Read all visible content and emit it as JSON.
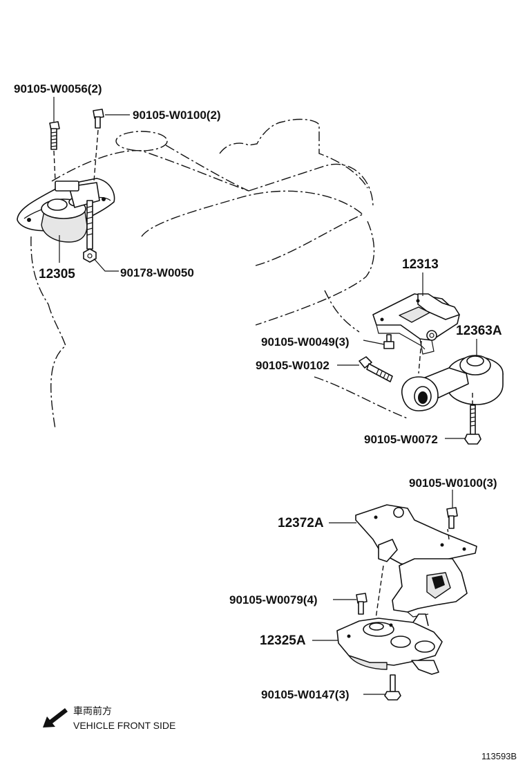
{
  "parts": {
    "p12305": "12305",
    "p90105_W0056": "90105-W0056(2)",
    "p90105_W0100_2": "90105-W0100(2)",
    "p90178_W0050": "90178-W0050",
    "p12313": "12313",
    "p12363A": "12363A",
    "p90105_W0049": "90105-W0049(3)",
    "p90105_W0102": "90105-W0102",
    "p90105_W0072": "90105-W0072",
    "p90105_W0100_3": "90105-W0100(3)",
    "p12372A": "12372A",
    "p90105_W0079": "90105-W0079(4)",
    "p12325A": "12325A",
    "p90105_W0147": "90105-W0147(3)"
  },
  "legend": {
    "japanese": "車両前方",
    "english": "VEHICLE FRONT SIDE"
  },
  "diagram_id": "113593B"
}
